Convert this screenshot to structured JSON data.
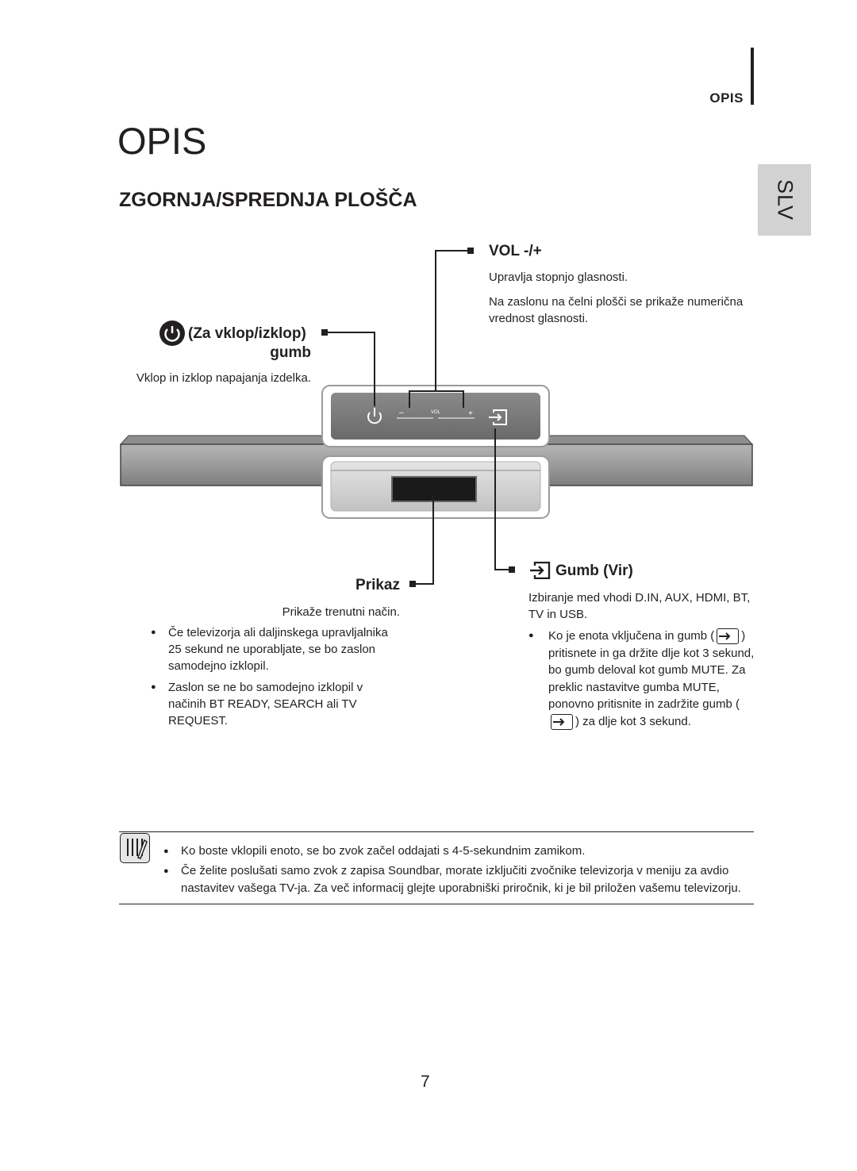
{
  "header": {
    "section_label": "OPIS",
    "lang_tab": "SLV"
  },
  "title": "OPIS",
  "section_title": "ZGORNJA/SPREDNJA PLOŠČA",
  "vol": {
    "label": "VOL -/+",
    "line1": "Upravlja stopnjo glasnosti.",
    "line2": "Na zaslonu na čelni plošči se prikaže numerična vrednost glasnosti."
  },
  "power": {
    "label_line1": "(Za vklop/izklop)",
    "label_line2": "gumb",
    "description": "Vklop in izklop napajanja izdelka."
  },
  "panel": {
    "vol_minus": "–",
    "vol_text": "VOL",
    "vol_plus": "+"
  },
  "display": {
    "label": "Prikaz",
    "description": "Prikaže trenutni način.",
    "bullets": [
      "Če televizorja ali daljinskega upravljalnika 25 sekund ne uporabljate, se bo zaslon samodejno izklopil.",
      "Zaslon se ne bo samodejno izklopil v načinih BT READY, SEARCH ali TV REQUEST."
    ]
  },
  "source": {
    "label": "Gumb (Vir)",
    "description": "Izbiranje med vhodi D.IN, AUX, HDMI, BT, TV in USB.",
    "bullet_part1": "Ko je enota vključena in gumb (",
    "bullet_part2": ") pritisnete in ga držite dlje kot 3 sekund, bo gumb deloval kot gumb MUTE. Za preklic nastavitve gumba MUTE, ponovno pritisnite in zadržite gumb (",
    "bullet_part3": ") za dlje kot 3 sekund."
  },
  "notes": [
    "Ko boste vklopili enoto, se bo zvok začel oddajati s 4-5-sekundnim zamikom.",
    "Če želite poslušati samo zvok z zapisa Soundbar, morate izključiti zvočnike televizorja v meniju za avdio nastavitev vašega TV-ja. Za več informacij glejte uporabniški priročnik, ki je bil priložen vašemu televizorju."
  ],
  "page_number": "7"
}
